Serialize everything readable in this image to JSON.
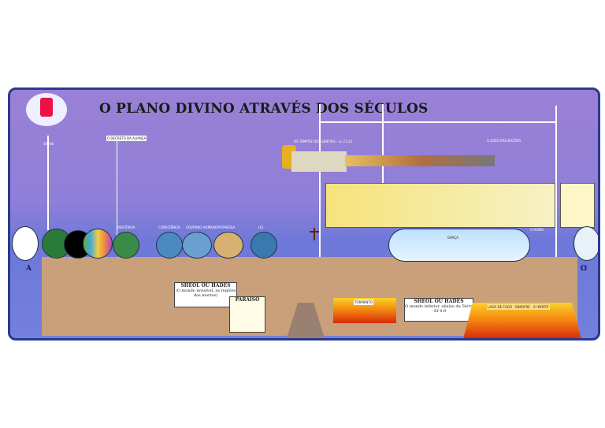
{
  "title": "O PLANO DIVINO ATRAVÉS DOS SÉCULOS",
  "alpha": "A",
  "omega": "Ω",
  "labels": {
    "sinais": "SINAIS",
    "decreto": "O DECRETO DA ALIANÇA",
    "inocencia": "INOCÊNCIA",
    "consciencia": "CONSCIÊNCIA",
    "governo": "GOVERNO HUMANO",
    "promessa": "PROMESSA",
    "lei": "LEI",
    "graca": "GRAÇA",
    "reino": "O REINO",
    "sheol_left_title": "SHEOL OU HADES",
    "sheol_left_sub": "(O mundo invisível, as regiões dos mortos)",
    "sheol_right_title": "SHEOL OU HADES",
    "sheol_right_sub": "O mundo inferior, abaixo da Terra - Ef 4:9",
    "paraiso": "PARAÍSO",
    "tormento": "TORMENTO",
    "lago_fogo": "LAGO DE FOGO - ENXOFRE - 2ª MORTE",
    "tempos_gentios": "OS TEMPOS DOS GENTIOS - Lc 21:24",
    "juizo": "O JUÍZO DAS NAÇÕES"
  },
  "colors": {
    "background_top": "#9a80d6",
    "background_bottom": "#7380dc",
    "border": "#283a90",
    "ground": "#c9a07a",
    "fire": "#f58a10"
  }
}
